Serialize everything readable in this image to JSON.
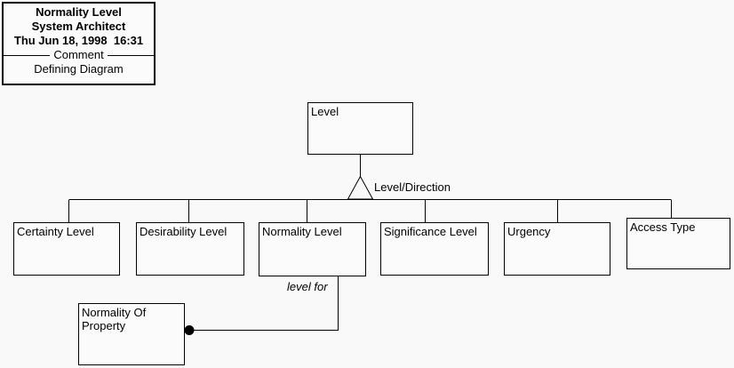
{
  "title_block": {
    "diagram_name": "Normality Level",
    "tool_name": "System Architect",
    "timestamp": "Thu Jun 18, 1998  16:31",
    "divider_label": "Comment",
    "comment_text": "Defining Diagram"
  },
  "diagram": {
    "root": {
      "label": "Level"
    },
    "relationship": {
      "label": "Level/Direction"
    },
    "children": [
      {
        "label": "Certainty Level"
      },
      {
        "label": "Desirability Level"
      },
      {
        "label": "Normality Level"
      },
      {
        "label": "Significance Level"
      },
      {
        "label": "Urgency"
      },
      {
        "label": "Access Type"
      }
    ],
    "association": {
      "label": "level for",
      "target": {
        "label": "Normality Of Property"
      }
    }
  },
  "colors": {
    "line": "#000000",
    "background": "#f9f9f9",
    "node_fill": "#fbfbfb"
  }
}
